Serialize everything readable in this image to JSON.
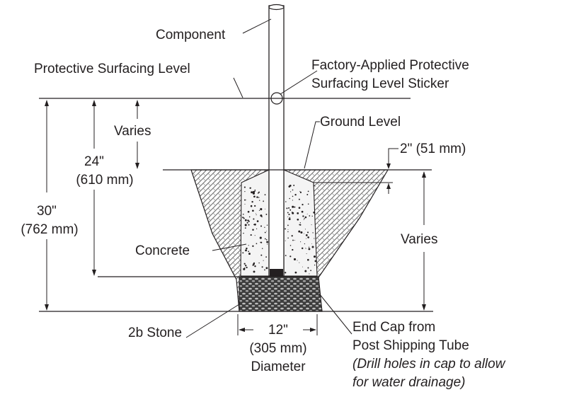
{
  "labels": {
    "component": "Component",
    "protective_surfacing_level": "Protective Surfacing Level",
    "sticker_line1": "Factory-Applied Protective",
    "sticker_line2": "Surfacing Level Sticker",
    "varies_top": "Varies",
    "ground_level": "Ground Level",
    "dim_2in": "2\" (51 mm)",
    "dim_24in": "24\"",
    "dim_24mm": "(610 mm)",
    "dim_30in": "30\"",
    "dim_30mm": "(762 mm)",
    "varies_right": "Varies",
    "concrete": "Concrete",
    "stone": "2b Stone",
    "dim_12in": "12\"",
    "dim_12mm": "(305 mm)",
    "diameter": "Diameter",
    "end_cap_line1": "End Cap from",
    "end_cap_line2": "Post Shipping Tube",
    "drill_line1": "(Drill holes in cap to allow",
    "drill_line2": "for water drainage)"
  },
  "colors": {
    "ink": "#231f20",
    "soil_hatch": "#7a7a7a",
    "concrete_fill": "#f3f3f3",
    "stone_fill": "#4a4a4a"
  }
}
